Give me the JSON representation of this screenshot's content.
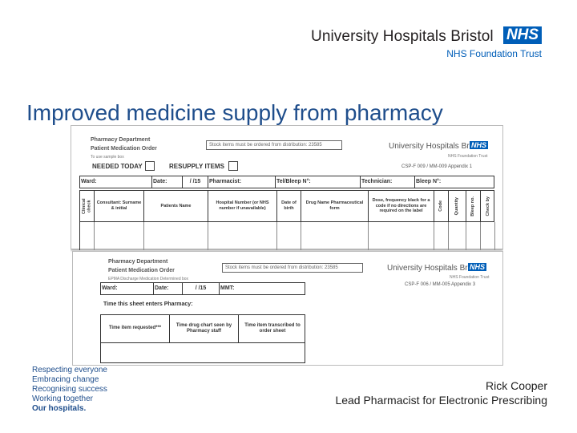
{
  "header": {
    "org_name": "University Hospitals Bristol",
    "nhs_badge": "NHS",
    "trust_name": "NHS Foundation Trust"
  },
  "slide": {
    "title": "Improved medicine supply from pharmacy"
  },
  "form1": {
    "dept": "Pharmacy Department",
    "order_title": "Patient Medication Order",
    "sub": "To use sample box",
    "stock_note": "Stock items must be ordered from distribution: 23585",
    "org_name": "University Hospitals Bristol",
    "nhs": "NHS",
    "trust": "NHS Foundation Trust",
    "code": "CSP-F 009 / MM-009 Appendix 1",
    "needed_today": "NEEDED TODAY",
    "resupply": "RESUPPLY ITEMS",
    "ward": "Ward:",
    "date": "Date:",
    "date_val": "/      /15",
    "pharmacist": "Pharmacist:",
    "tel": "Tel/Bleep N°:",
    "technician": "Technician:",
    "bleep": "Bleep N°:",
    "columns": [
      "Clinical check",
      "Consultant: Surname & initial",
      "Patients Name",
      "Hospital Number (or NHS number if unavailable)",
      "Date of birth",
      "Drug Name Pharmaceutical form",
      "Dose, frequency black for a code if no directions are required on the label",
      "Code",
      "Quantity",
      "Bleep no.",
      "Check by"
    ]
  },
  "form2": {
    "dept": "Pharmacy Department",
    "order_title": "Patient Medication Order",
    "sub": "EPMA Discharge Medication Determined box",
    "stock_note": "Stock items must be ordered from distribution: 23585",
    "org_name": "University Hospitals Bristol",
    "nhs": "NHS",
    "trust": "NHS Foundation Trust",
    "code": "CSP-F 006 / MM-005 Appendix 3",
    "ward": "Ward:",
    "date": "Date:",
    "date_val": "/      /15",
    "mmt": "MMT:",
    "time_enters": "Time this sheet enters Pharmacy:",
    "columns": [
      "Time item requested***",
      "Time drug chart seen by Pharmacy staff",
      "Time item transcribed to order sheet"
    ]
  },
  "values": [
    "Respecting everyone",
    "Embracing change",
    "Recognising success",
    "Working together",
    "Our hospitals."
  ],
  "author": {
    "name": "Rick Cooper",
    "role": "Lead Pharmacist for Electronic Prescribing"
  },
  "colors": {
    "nhs_blue": "#005eb8",
    "title_blue": "#1f4e8c"
  }
}
